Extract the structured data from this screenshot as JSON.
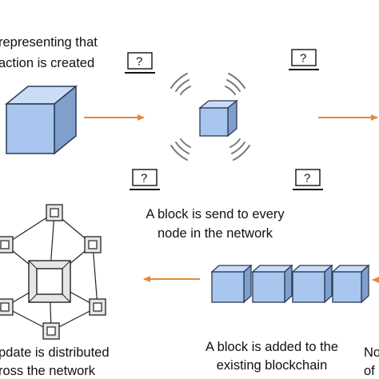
{
  "captions": {
    "step1_line1": "representing that",
    "step1_line2": "action is created",
    "step2_line1": "A block is send to every",
    "step2_line2": "node in the network",
    "step3_line1": "No",
    "step3_line2": "of",
    "step4_line1": "A block is added to the",
    "step4_line2": "existing blockchain",
    "step5_line1": "pdate is distributed",
    "step5_line2": "ross the network"
  },
  "laptop_screen_text": "?",
  "icons": {
    "laptop": "laptop-icon",
    "signal": "wireless-signal-icon",
    "arrow": "orange-arrow"
  },
  "colors": {
    "cube_front": "#a8c6ee",
    "cube_top": "#cadcf6",
    "cube_side": "#7f9fcd",
    "cube_stroke": "#2a3a55",
    "arrow": "#e8883a",
    "node_fill": "#e6e6e6",
    "line": "#222222"
  }
}
